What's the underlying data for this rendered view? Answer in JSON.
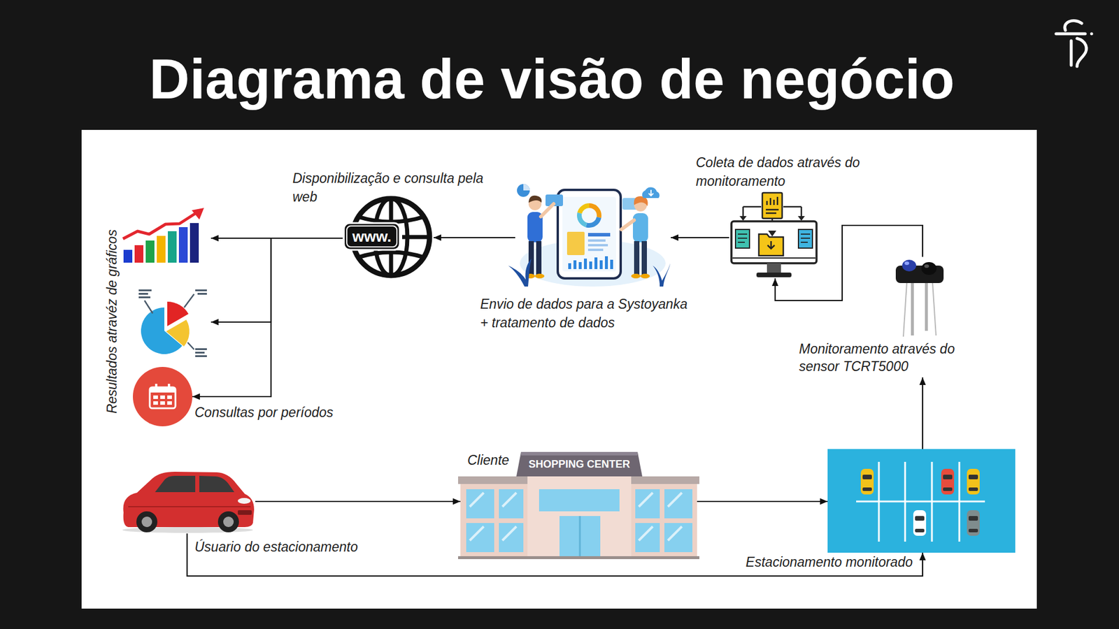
{
  "diagram": {
    "title": "Diagrama de visão de negócio",
    "nodes": [
      {
        "text": [
          "Resultados atravéz de gráficos"
        ]
      },
      {
        "text": [
          "Consultas por períodos"
        ],
        "in": 0
      },
      {
        "text": [
          "Disponibilização e consulta pela web",
          "www."
        ]
      },
      {
        "text": [
          "Envio de dados para a Systoyanka + tratamento de dados"
        ]
      },
      {
        "text": [
          "Coleta de dados através do monitoramento"
        ]
      },
      {
        "text": [
          "Monitoramento através do sensor TCRT5000"
        ]
      },
      {
        "text": [
          "Úsuario do estacionamento"
        ]
      },
      {
        "text": [
          "Cliente",
          "SHOPPING CENTER"
        ]
      },
      {
        "text": [
          "Estacionamento monitorado"
        ]
      }
    ],
    "edges": [
      {
        "from": 6,
        "to": 7,
        "arrow": "to"
      },
      {
        "from": 7,
        "to": 8,
        "arrow": "to"
      },
      {
        "from": 6,
        "to": 8,
        "arrow": "to"
      },
      {
        "from": 8,
        "to": 5,
        "arrow": "to"
      },
      {
        "from": 5,
        "to": 4,
        "arrow": "to"
      },
      {
        "from": 4,
        "to": 3,
        "arrow": "to"
      },
      {
        "from": 3,
        "to": 2,
        "arrow": "to"
      },
      {
        "from": 2,
        "to": 0,
        "arrow": "to"
      },
      {
        "from": 2,
        "to": 1,
        "arrow": "to"
      }
    ]
  }
}
